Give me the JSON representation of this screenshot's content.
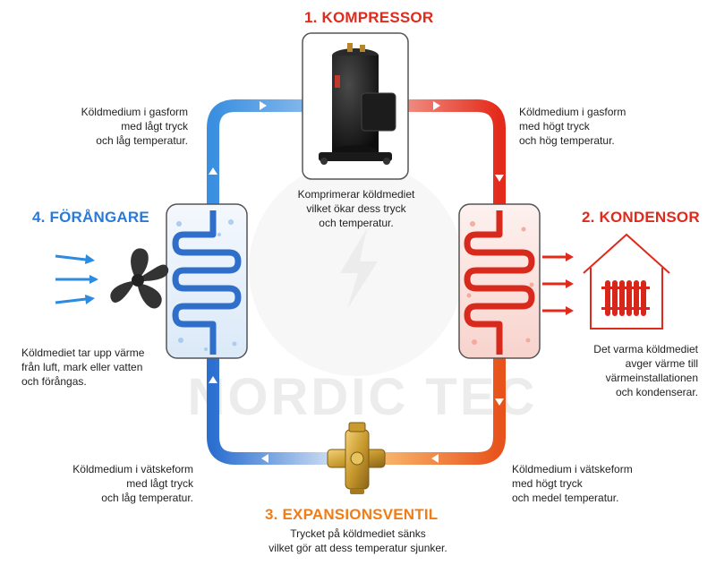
{
  "colors": {
    "hot": "#e02a1c",
    "cold": "#2b7bd6",
    "expansion_title": "#f07d16",
    "text": "#222222"
  },
  "watermark": "NORDIC TEC",
  "stages": [
    {
      "key": "compressor",
      "title": "1. KOMPRESSOR",
      "color": "#e02a1c",
      "description": [
        "Komprimerar köldmediet",
        "vilket ökar dess tryck",
        "och temperatur."
      ]
    },
    {
      "key": "condenser",
      "title": "2. KONDENSOR",
      "color": "#e02a1c",
      "description": [
        "Det varma köldmediet",
        "avger värme till",
        "värmeinstallationen",
        "och kondenserar."
      ]
    },
    {
      "key": "expansion",
      "title": "3. EXPANSIONSVENTIL",
      "color": "#f07d16",
      "description": [
        "Trycket på köldmediet sänks",
        "vilket gör att dess temperatur sjunker."
      ]
    },
    {
      "key": "evaporator",
      "title": "4. FÖRÅNGARE",
      "color": "#2b7bd6",
      "description": [
        "Köldmediet tar upp värme",
        "från luft, mark eller vatten",
        "och förångas."
      ]
    }
  ],
  "pipe_states": {
    "top_left": [
      "Köldmedium i gasform",
      "med lågt tryck",
      "och låg temperatur."
    ],
    "top_right": [
      "Köldmedium i gasform",
      "med högt tryck",
      "och hög temperatur."
    ],
    "bottom_left": [
      "Köldmedium i vätskeform",
      "med lågt tryck",
      "och låg temperatur."
    ],
    "bottom_right": [
      "Köldmedium i vätskeform",
      "med högt tryck",
      "och medel temperatur."
    ]
  },
  "icons": [
    "compressor-icon",
    "fan-icon",
    "house-radiator-icon",
    "expansion-valve-icon",
    "flow-arrow-icon",
    "heat-arrow-icon",
    "air-arrow-icon"
  ]
}
